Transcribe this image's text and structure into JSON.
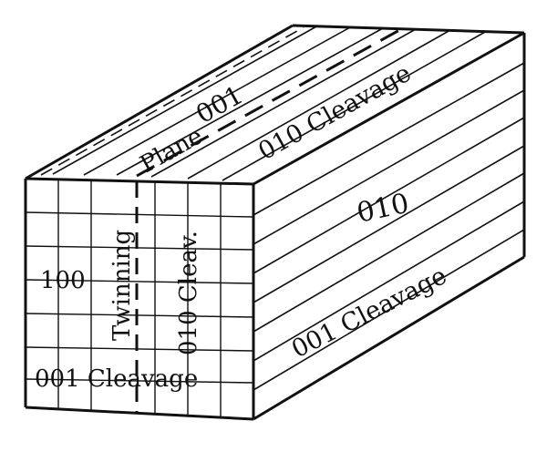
{
  "colors": {
    "ink": "#111111",
    "paper": "#ffffff"
  },
  "front_face": {
    "label_100": "100",
    "twinning": "Twinning",
    "cleavage_010_abbrev": "010 Cleav.",
    "cleavage_001": "001 Cleavage"
  },
  "top_face": {
    "plane": "Plane",
    "label_001": "001",
    "cleavage_010": "010 Cleavage"
  },
  "side_face": {
    "label_010": "010",
    "cleavage_001": "001 Cleavage"
  }
}
